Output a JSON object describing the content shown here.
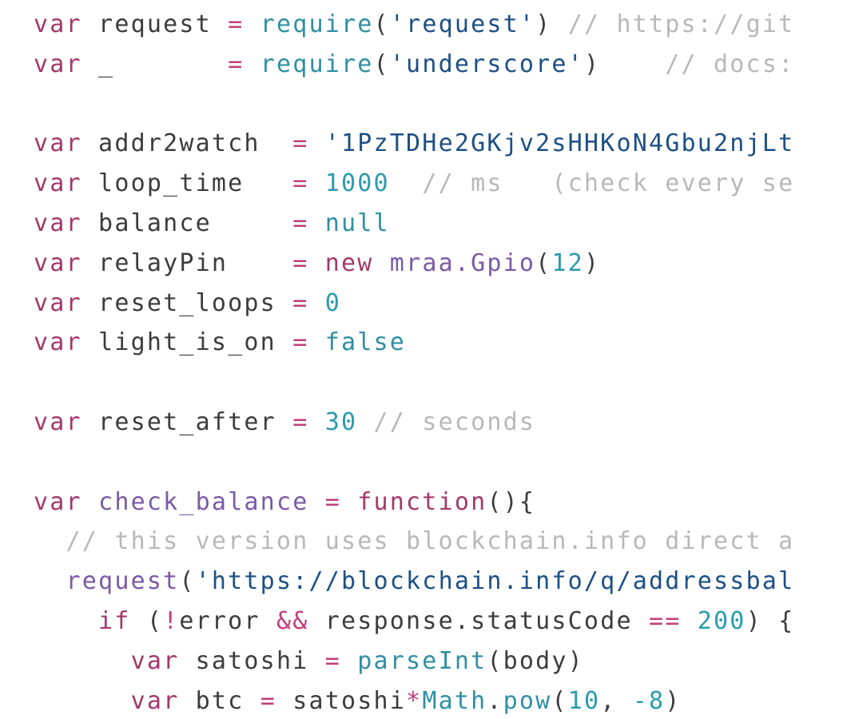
{
  "colors": {
    "background": "#ffffff",
    "keyword": "#a3386b",
    "function_name": "#7a5aa6",
    "builtin": "#2f8fa3",
    "string": "#1c4f86",
    "number": "#2a9bb0",
    "operator": "#c23c7a",
    "comment": "#b8b8b8",
    "text": "#3c3c3c"
  },
  "code": {
    "lines": [
      [
        {
          "t": "var",
          "c": "kw"
        },
        {
          "t": " request ",
          "c": "tx"
        },
        {
          "t": "=",
          "c": "op"
        },
        {
          "t": " ",
          "c": "tx"
        },
        {
          "t": "require",
          "c": "bi"
        },
        {
          "t": "(",
          "c": "tx"
        },
        {
          "t": "'request'",
          "c": "str"
        },
        {
          "t": ") ",
          "c": "tx"
        },
        {
          "t": "// https://git",
          "c": "cm"
        }
      ],
      [
        {
          "t": "var",
          "c": "kw"
        },
        {
          "t": " _       ",
          "c": "tx"
        },
        {
          "t": "=",
          "c": "op"
        },
        {
          "t": " ",
          "c": "tx"
        },
        {
          "t": "require",
          "c": "bi"
        },
        {
          "t": "(",
          "c": "tx"
        },
        {
          "t": "'underscore'",
          "c": "str"
        },
        {
          "t": ")    ",
          "c": "tx"
        },
        {
          "t": "// docs:",
          "c": "cm"
        }
      ],
      [],
      [
        {
          "t": "var",
          "c": "kw"
        },
        {
          "t": " addr2watch  ",
          "c": "tx"
        },
        {
          "t": "=",
          "c": "op"
        },
        {
          "t": " ",
          "c": "tx"
        },
        {
          "t": "'1PzTDHe2GKjv2sHHKoN4Gbu2njLt",
          "c": "str"
        }
      ],
      [
        {
          "t": "var",
          "c": "kw"
        },
        {
          "t": " loop_time   ",
          "c": "tx"
        },
        {
          "t": "=",
          "c": "op"
        },
        {
          "t": " ",
          "c": "tx"
        },
        {
          "t": "1000",
          "c": "num"
        },
        {
          "t": "  ",
          "c": "tx"
        },
        {
          "t": "// ms   (check every se",
          "c": "cm"
        }
      ],
      [
        {
          "t": "var",
          "c": "kw"
        },
        {
          "t": " balance     ",
          "c": "tx"
        },
        {
          "t": "=",
          "c": "op"
        },
        {
          "t": " ",
          "c": "tx"
        },
        {
          "t": "null",
          "c": "bi"
        }
      ],
      [
        {
          "t": "var",
          "c": "kw"
        },
        {
          "t": " relayPin    ",
          "c": "tx"
        },
        {
          "t": "=",
          "c": "op"
        },
        {
          "t": " ",
          "c": "tx"
        },
        {
          "t": "new",
          "c": "kw"
        },
        {
          "t": " ",
          "c": "tx"
        },
        {
          "t": "mraa.Gpio",
          "c": "fn"
        },
        {
          "t": "(",
          "c": "tx"
        },
        {
          "t": "12",
          "c": "num"
        },
        {
          "t": ")",
          "c": "tx"
        }
      ],
      [
        {
          "t": "var",
          "c": "kw"
        },
        {
          "t": " reset_loops ",
          "c": "tx"
        },
        {
          "t": "=",
          "c": "op"
        },
        {
          "t": " ",
          "c": "tx"
        },
        {
          "t": "0",
          "c": "num"
        }
      ],
      [
        {
          "t": "var",
          "c": "kw"
        },
        {
          "t": " light_is_on ",
          "c": "tx"
        },
        {
          "t": "=",
          "c": "op"
        },
        {
          "t": " ",
          "c": "tx"
        },
        {
          "t": "false",
          "c": "bi"
        }
      ],
      [],
      [
        {
          "t": "var",
          "c": "kw"
        },
        {
          "t": " reset_after ",
          "c": "tx"
        },
        {
          "t": "=",
          "c": "op"
        },
        {
          "t": " ",
          "c": "tx"
        },
        {
          "t": "30",
          "c": "num"
        },
        {
          "t": " ",
          "c": "tx"
        },
        {
          "t": "// seconds",
          "c": "cm"
        }
      ],
      [],
      [
        {
          "t": "var",
          "c": "kw"
        },
        {
          "t": " ",
          "c": "tx"
        },
        {
          "t": "check_balance",
          "c": "fn"
        },
        {
          "t": " ",
          "c": "tx"
        },
        {
          "t": "=",
          "c": "op"
        },
        {
          "t": " ",
          "c": "tx"
        },
        {
          "t": "function",
          "c": "kw"
        },
        {
          "t": "(){",
          "c": "tx"
        }
      ],
      [
        {
          "t": "  ",
          "c": "tx"
        },
        {
          "t": "// this version uses blockchain.info direct a",
          "c": "cm"
        }
      ],
      [
        {
          "t": "  ",
          "c": "tx"
        },
        {
          "t": "request",
          "c": "fn"
        },
        {
          "t": "(",
          "c": "tx"
        },
        {
          "t": "'https://blockchain.info/q/addressbal",
          "c": "str"
        }
      ],
      [
        {
          "t": "    ",
          "c": "tx"
        },
        {
          "t": "if",
          "c": "kw"
        },
        {
          "t": " (",
          "c": "tx"
        },
        {
          "t": "!",
          "c": "op"
        },
        {
          "t": "error ",
          "c": "tx"
        },
        {
          "t": "&&",
          "c": "op"
        },
        {
          "t": " response.statusCode ",
          "c": "tx"
        },
        {
          "t": "==",
          "c": "op"
        },
        {
          "t": " ",
          "c": "tx"
        },
        {
          "t": "200",
          "c": "num"
        },
        {
          "t": ") {",
          "c": "tx"
        }
      ],
      [
        {
          "t": "      ",
          "c": "tx"
        },
        {
          "t": "var",
          "c": "kw"
        },
        {
          "t": " satoshi ",
          "c": "tx"
        },
        {
          "t": "=",
          "c": "op"
        },
        {
          "t": " ",
          "c": "tx"
        },
        {
          "t": "parseInt",
          "c": "bi"
        },
        {
          "t": "(body)",
          "c": "tx"
        }
      ],
      [
        {
          "t": "      ",
          "c": "tx"
        },
        {
          "t": "var",
          "c": "kw"
        },
        {
          "t": " btc ",
          "c": "tx"
        },
        {
          "t": "=",
          "c": "op"
        },
        {
          "t": " satoshi",
          "c": "tx"
        },
        {
          "t": "*",
          "c": "op"
        },
        {
          "t": "Math",
          "c": "bi"
        },
        {
          "t": ".",
          "c": "tx"
        },
        {
          "t": "pow",
          "c": "bi"
        },
        {
          "t": "(",
          "c": "tx"
        },
        {
          "t": "10",
          "c": "num"
        },
        {
          "t": ", ",
          "c": "tx"
        },
        {
          "t": "-8",
          "c": "num"
        },
        {
          "t": ")",
          "c": "tx"
        }
      ]
    ]
  }
}
